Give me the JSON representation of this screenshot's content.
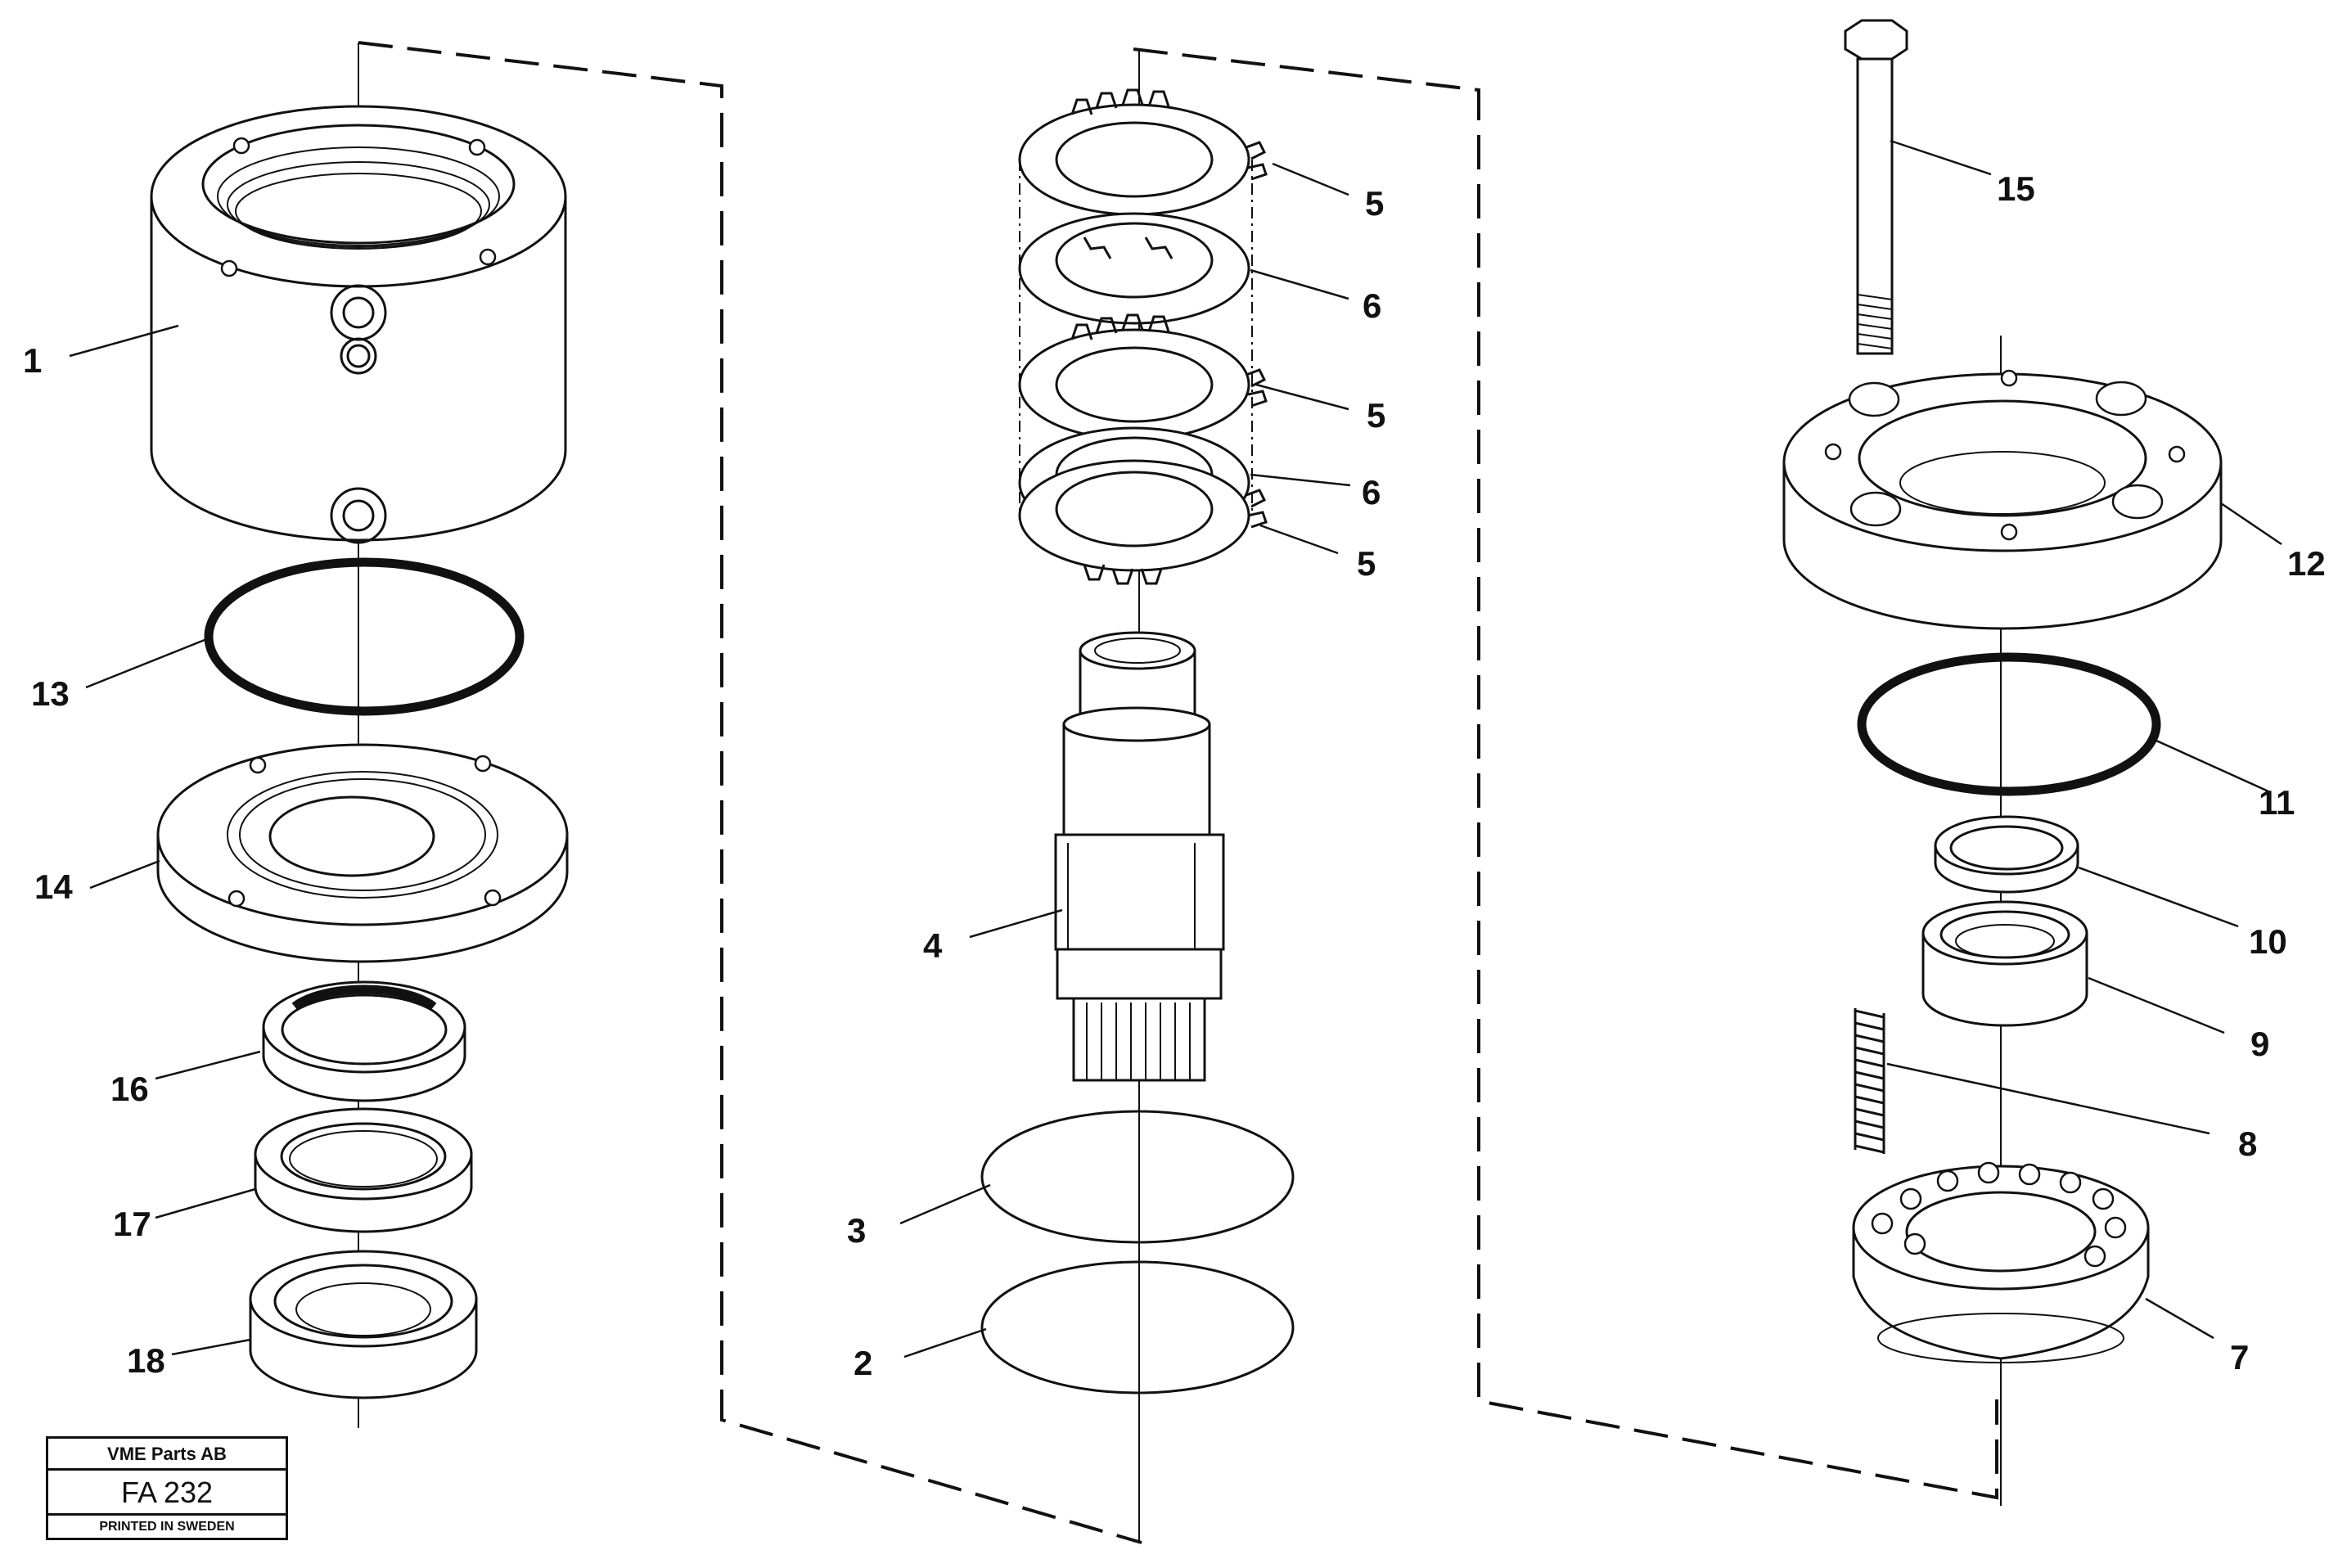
{
  "title_block": {
    "company": "VME Parts AB",
    "code": "FA 232",
    "printed": "PRINTED IN SWEDEN"
  },
  "callouts": {
    "c1": "1",
    "c2": "2",
    "c3": "3",
    "c4": "4",
    "c5a": "5",
    "c5b": "5",
    "c5c": "5",
    "c6a": "6",
    "c6b": "6",
    "c7": "7",
    "c8": "8",
    "c9": "9",
    "c10": "10",
    "c11": "11",
    "c12": "12",
    "c13": "13",
    "c14": "14",
    "c15": "15",
    "c16": "16",
    "c17": "17",
    "c18": "18"
  }
}
